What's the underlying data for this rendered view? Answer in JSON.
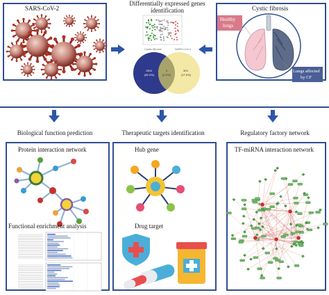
{
  "top": {
    "sars": {
      "title": "SARS-CoV-2"
    },
    "deg": {
      "title_line1": "Differentially expressed genes",
      "title_line2": "identification",
      "venn_left_label": "Cystic fibrosis",
      "venn_right_label": "SARS-CoV-2",
      "venn_left_value": "1504",
      "venn_left_pct": "(82.0%)",
      "venn_mid_value": "4",
      "venn_mid_pct": "(0.2%)",
      "venn_right_value": "303",
      "venn_right_pct": "(17.6%)"
    },
    "cf": {
      "title": "Cystic fibrosis",
      "healthy_label_line1": "Healthy",
      "healthy_label_line2": "lungs",
      "affected_label_line1": "Lungs affected",
      "affected_label_line2": "by CF"
    }
  },
  "columns": {
    "left_heading": "Biological function prediction",
    "mid_heading": "Therapeutic targets identification",
    "right_heading": "Regulatory factory network"
  },
  "panels": {
    "bio": {
      "ppi_title": "Protein interaction network",
      "enrich_title": "Functional enrichment analysis"
    },
    "ther": {
      "hub_title": "Hub gene",
      "drug_title": "Drug target"
    },
    "reg": {
      "tf_title": "TF-miRNA interaction network"
    }
  },
  "colors": {
    "border": "#2f4f8f",
    "arrow": "#2c56a8",
    "venn_left": "#2e3a8c",
    "venn_right": "#f2e7a0",
    "virus": "#b03226",
    "network_green": "#6fb86a",
    "network_red": "#c83030"
  }
}
